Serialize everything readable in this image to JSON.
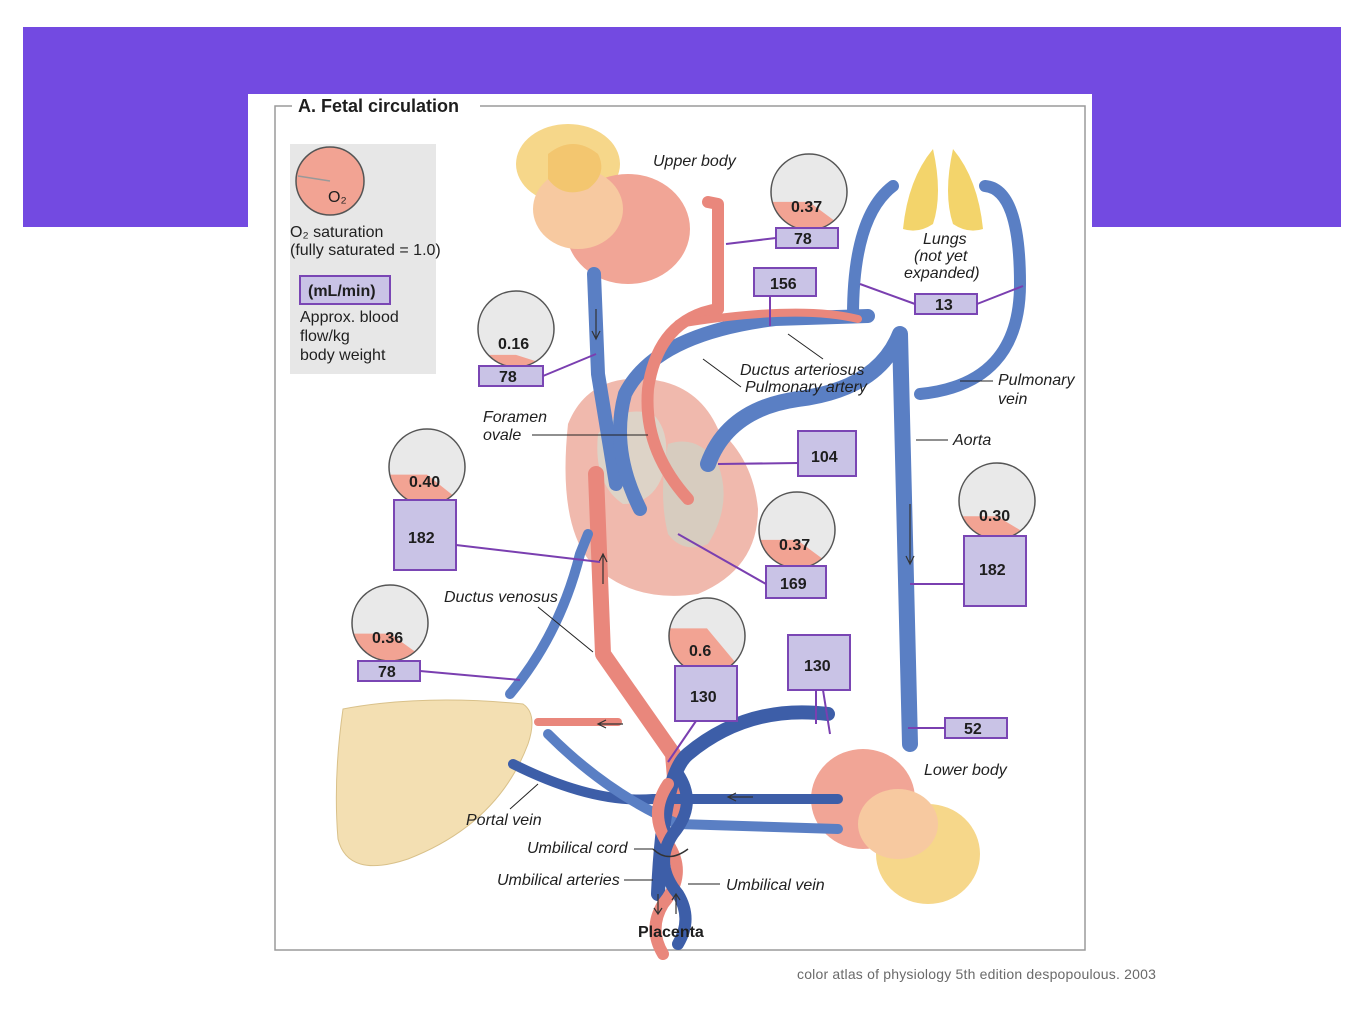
{
  "figure": {
    "title": "A. Fetal circulation",
    "legend": {
      "o2_symbol": "O₂",
      "saturation_label_line1": "O₂ saturation",
      "saturation_label_line2": "(fully saturated = 1.0)",
      "flow_unit": "(mL/min)",
      "flow_desc_line1": "Approx. blood",
      "flow_desc_line2": "flow/kg",
      "flow_desc_line3": "body weight"
    },
    "labels": {
      "upper_body": "Upper body",
      "lungs_line1": "Lungs",
      "lungs_line2": "(not yet",
      "lungs_line3": "expanded)",
      "ductus_arteriosus": "Ductus arteriosus",
      "pulmonary_artery": "Pulmonary artery",
      "pulmonary_vein_line1": "Pulmonary",
      "pulmonary_vein_line2": "vein",
      "aorta": "Aorta",
      "foramen_ovale_line1": "Foramen",
      "foramen_ovale_line2": "ovale",
      "ductus_venosus": "Ductus venosus",
      "lower_body": "Lower body",
      "portal_vein": "Portal vein",
      "umbilical_cord": "Umbilical cord",
      "umbilical_arteries": "Umbilical arteries",
      "umbilical_vein": "Umbilical vein",
      "placenta": "Placenta"
    },
    "saturation_gauges": [
      {
        "id": "upper-body",
        "label": "0.37",
        "value": 0.37
      },
      {
        "id": "svc",
        "label": "0.16",
        "value": 0.16
      },
      {
        "id": "ivc-upper",
        "label": "0.40",
        "value": 0.4
      },
      {
        "id": "ivc-liver",
        "label": "0.36",
        "value": 0.36
      },
      {
        "id": "left-ventricle",
        "label": "0.37",
        "value": 0.37
      },
      {
        "id": "umbilical-vein",
        "label": "0.6",
        "value": 0.6
      },
      {
        "id": "descending-aorta",
        "label": "0.30",
        "value": 0.3
      }
    ],
    "flow_values": {
      "upper_body": "78",
      "svc": "78",
      "ductus_arteriosus": "156",
      "lungs": "13",
      "pulmonary_artery": "104",
      "ivc": "182",
      "left_ventricle": "169",
      "aorta": "182",
      "hepatic": "78",
      "umbilical_vein": "130",
      "umbilical_arteries": "130",
      "lower_body": "52"
    },
    "colors": {
      "banner": "#734ae1",
      "vein_blue": "#5a7fc4",
      "artery_red": "#e9877c",
      "value_box": "#c9c3e6",
      "gauge_fill": "#f2a393"
    }
  },
  "caption": "color atlas of physiology 5th edition despopoulous.  2003"
}
